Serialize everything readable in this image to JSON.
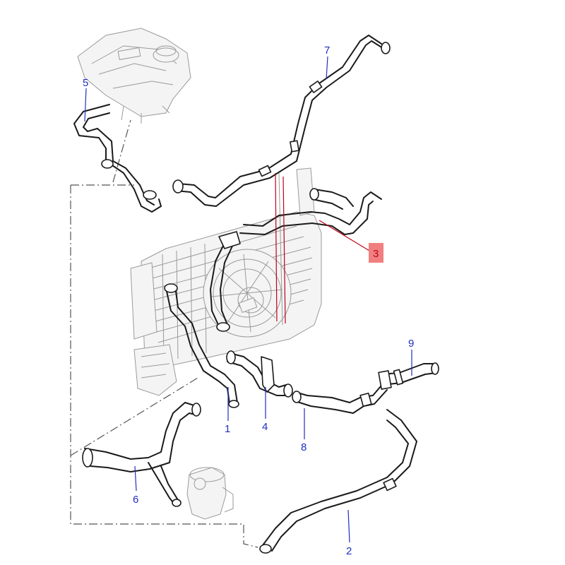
{
  "callouts": [
    {
      "id": "1",
      "label": "1"
    },
    {
      "id": "2",
      "label": "2"
    },
    {
      "id": "3",
      "label": "3",
      "highlight": true
    },
    {
      "id": "4",
      "label": "4"
    },
    {
      "id": "5",
      "label": "5"
    },
    {
      "id": "6",
      "label": "6"
    },
    {
      "id": "7",
      "label": "7"
    },
    {
      "id": "8",
      "label": "8"
    },
    {
      "id": "9",
      "label": "9"
    }
  ],
  "colors": {
    "callout_text": "#1f2fbf",
    "leader_line": "#1f2fbf",
    "highlight_fill": "#f08080",
    "highlight_text": "#c0001a",
    "highlight_leader": "#c0001a",
    "line_art": "#1a1a1a",
    "background_art": "#9a9a9a"
  }
}
